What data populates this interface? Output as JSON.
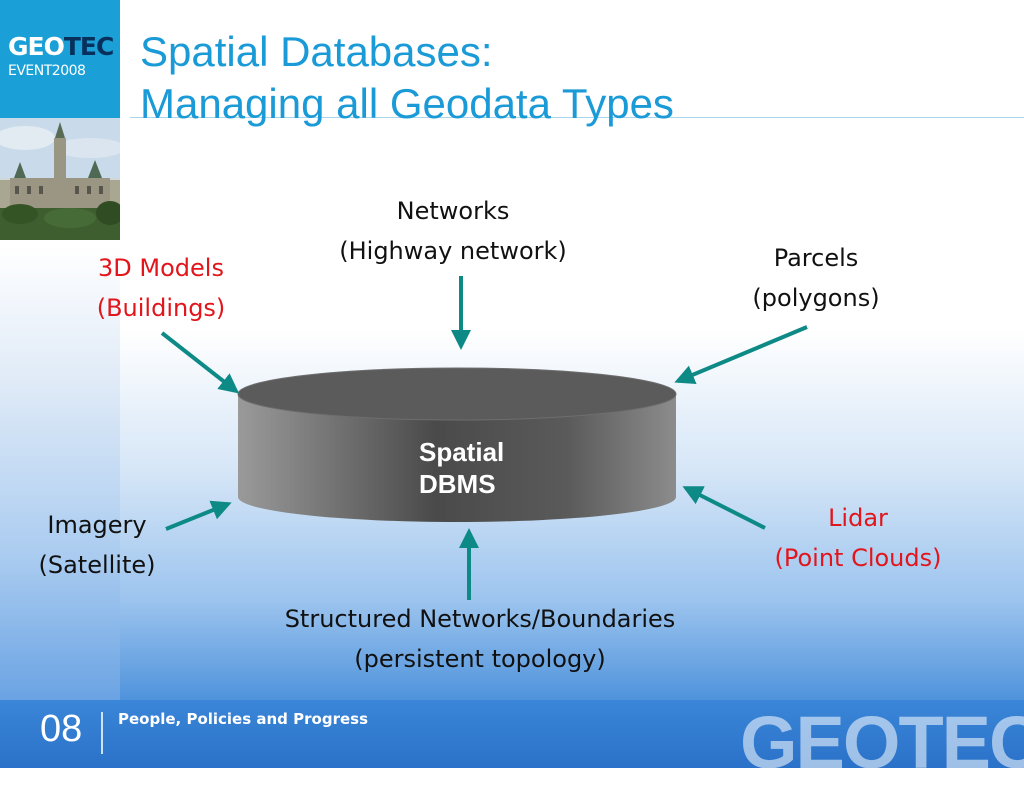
{
  "branding": {
    "logo": {
      "geo": "GEO",
      "tec": "TEC",
      "event": "EVENT2008"
    },
    "watermark": "GEOTEC",
    "footer_tagline": "People, Policies and Progress",
    "slide_number": "08"
  },
  "title": {
    "line1": "Spatial Databases:",
    "line2": "Managing all Geodata Types"
  },
  "center": {
    "line1": "Spatial",
    "line2": "DBMS"
  },
  "inputs": {
    "networks": {
      "line1": "Networks",
      "line2": "(Highway network)"
    },
    "parcels": {
      "line1": "Parcels",
      "line2": "(polygons)"
    },
    "models3d": {
      "line1": "3D Models",
      "line2": "(Buildings)"
    },
    "imagery": {
      "line1": "Imagery",
      "line2": "(Satellite)"
    },
    "lidar": {
      "line1": "Lidar",
      "line2": "(Point Clouds)"
    },
    "structured": {
      "line1": "Structured Networks/Boundaries",
      "line2": "(persistent topology)"
    }
  },
  "colors": {
    "title": "#1a9ad6",
    "arrow": "#0e8a86",
    "highlight_text": "#e2151b",
    "logo_bg": "#1aa0d6"
  }
}
